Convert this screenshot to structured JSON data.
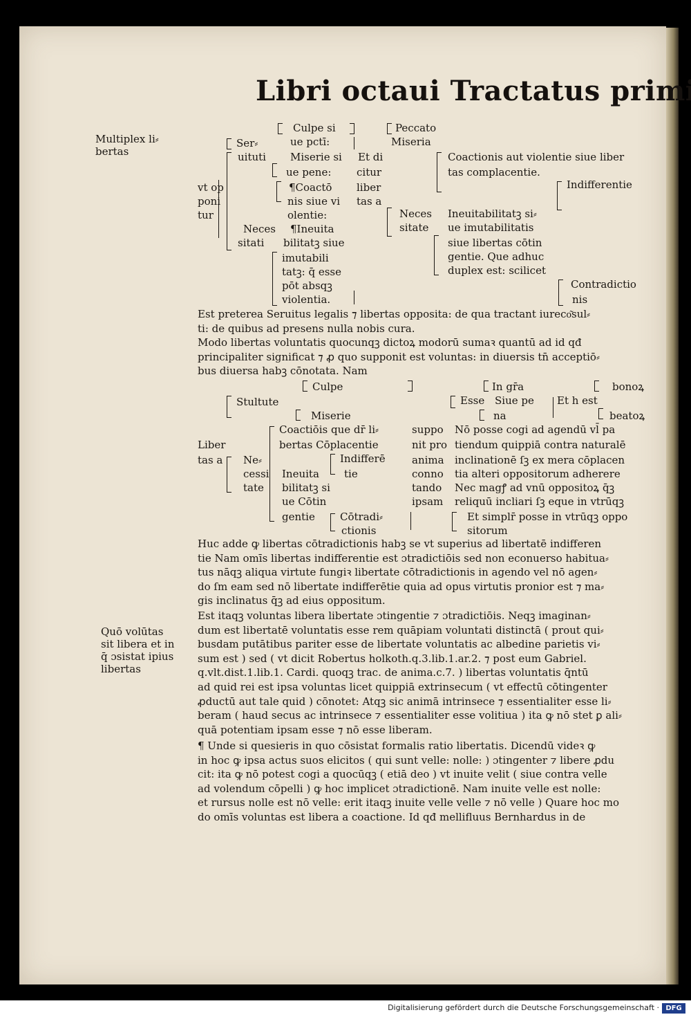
{
  "running_head": "Libri octaui Tractatus primi",
  "margin_notes": {
    "multiplex": [
      "Multiplex li⸗",
      "bertas"
    ],
    "quo": [
      "Quō volūtas",
      "sit libera et in",
      "q̄ ɔsistat ipius",
      "libertas"
    ]
  },
  "diagram1": [
    "Culpe si",
    "ue pctī:",
    "Peccato",
    "Miseria",
    "Ser⸗",
    "uituti",
    "Miserie si",
    "ue pene:",
    "Et di",
    "citur",
    "liber",
    "tas a",
    "Coactionis aut violentie siue liber",
    "tas complacentie.",
    "vt op",
    "poni",
    "tur",
    "¶Coactō",
    "nis siue vi",
    "olentie:",
    "Indifferentie",
    "Neces",
    "sitate",
    "Ineuitabilitatꝫ si⸗",
    "ue imutabilitatis",
    "siue libertas cōtin",
    "gentie. Que adhuc",
    "duplex est: scilicet",
    "Neces",
    "sitati",
    "¶Ineuita",
    "bilitatꝫ siue",
    "imutabili",
    "tatꝫ: q̄ esse",
    "pōt absqꝫ",
    "violentia.",
    "Contradictio",
    "nis"
  ],
  "para1": [
    "Est preterea Seruitus legalis ⁊ libertas opposita: de qua tractant iureco͂sul⸗",
    "ti: de quibus ad presens nulla nobis cura.",
    "Modo libertas voluntatis quocunqꝫ dictoꝝ modorū sumaꝛ quantū ad id qđ",
    "principaliter significat ⁊ ꝓ quo supponit est voluntas: in diuersis tn̄ acceptiō⸗",
    "bus diuersa habꝫ cōnotata. Nam"
  ],
  "diagram2": [
    "Culpe",
    "Stultute",
    "Miserie",
    "In gr̄a",
    "bonoꝝ",
    "Esse",
    "Siue pe",
    "na",
    "Et h est",
    "beatoꝝ",
    "Coactiōis que dr̄ li⸗",
    "bertas Cōplacentie",
    "suppo",
    "nit pro",
    "anima",
    "conno",
    "tando",
    "ipsam",
    "Nō posse cogi ad agendū vl̄ pa",
    "tiendum quippiā contra naturalē",
    "inclinationē ſꝫ ex mera cōplacen",
    "tia alteri oppositorum adherere",
    "Liber",
    "tas a",
    "Ne⸗",
    "cessi",
    "tate",
    "Indifferē",
    "tie",
    "Ineuita",
    "bilitatꝫ si",
    "ue Cōtin",
    "gentie",
    "Nec magꝭ ad vnū oppositoꝝ q̄ꝫ",
    "reliquū incliari ſꝫ eque in vtrūqꝫ",
    "Cōtradi⸗",
    "ctionis",
    "Et simplr̄ posse in vtrūqꝫ oppo",
    "sitorum"
  ],
  "para2": [
    "Huc adde ꝙ libertas cōtradictionis habꝫ se vt superius ad libertatē indifferen",
    "tie Nam omīs libertas indifferentie est ɔtradictiōis sed non econuerso habitua⸗",
    "tus nāqꝫ aliqua virtute fungiꝛ libertate cōtradictionis in agendo vel nō agen⸗",
    "do ſm eam sed nō libertate indifferētie quia ad opus virtutis pronior est ⁊ ma⸗",
    "gis inclinatus q̄ꝫ ad eius oppositum."
  ],
  "para3": [
    "Est itaqꝫ voluntas libera libertate ɔtingentie ⁊ ɔtradictiōis. Neqꝫ imaginan⸗",
    "dum est libertatē voluntatis esse rem quāpiam voluntati distinctā ( prout qui⸗",
    "busdam putātibus pariter esse de libertate voluntatis ac albedine parietis vi⸗",
    "sum est ) sed ( vt dicit Robertus holkoth.q.3.lib.1.ar.2. ⁊ post eum Gabriel.",
    "q.vlt.dist.1.lib.1. Cardi. quoqꝫ trac. de anima.c.7. ) libertas voluntatis q̄ntū",
    "ad quid rei est ipsa voluntas licet quippiā extrinsecum ( vt effectū cōtingenter",
    "ꝓductū aut tale quid ) cōnotet: Atqꝫ sic animā intrinsece ⁊ essentialiter esse li⸗",
    "beram ( haud secus ac intrinsece ⁊ essentialiter esse volitiua ) ita ꝙ nō stet ꝑ ali⸗",
    "quā potentiam ipsam esse ⁊ nō esse liberam."
  ],
  "para4": [
    "¶ Unde si quesieris in quo cōsistat formalis ratio libertatis. Dicendū videꝛ ꝙ",
    "in hoc ꝙ ipsa actus suos elicitos ( qui sunt velle: nolle: ) ɔtingenter ⁊ libere ꝓdu",
    "cit: ita ꝙ nō potest cogi a quocūqꝫ ( etiā deo ) vt inuite velit ( siue contra velle",
    "ad volendum cōpelli ) ꝙ hoc implicet ɔtradictionē. Nam inuite velle est nolle:",
    "et rursus nolle est nō velle: erit itaqꝫ inuite velle velle ⁊ nō velle ) Quare hoc mo",
    "do omīs voluntas est libera a coactione. Id qđ mellifluus Bernhardus in de"
  ],
  "footer": {
    "text": "Digitalisierung gefördert durch die Deutsche Forschungsgemeinschaft ·",
    "logo": "DFG"
  }
}
